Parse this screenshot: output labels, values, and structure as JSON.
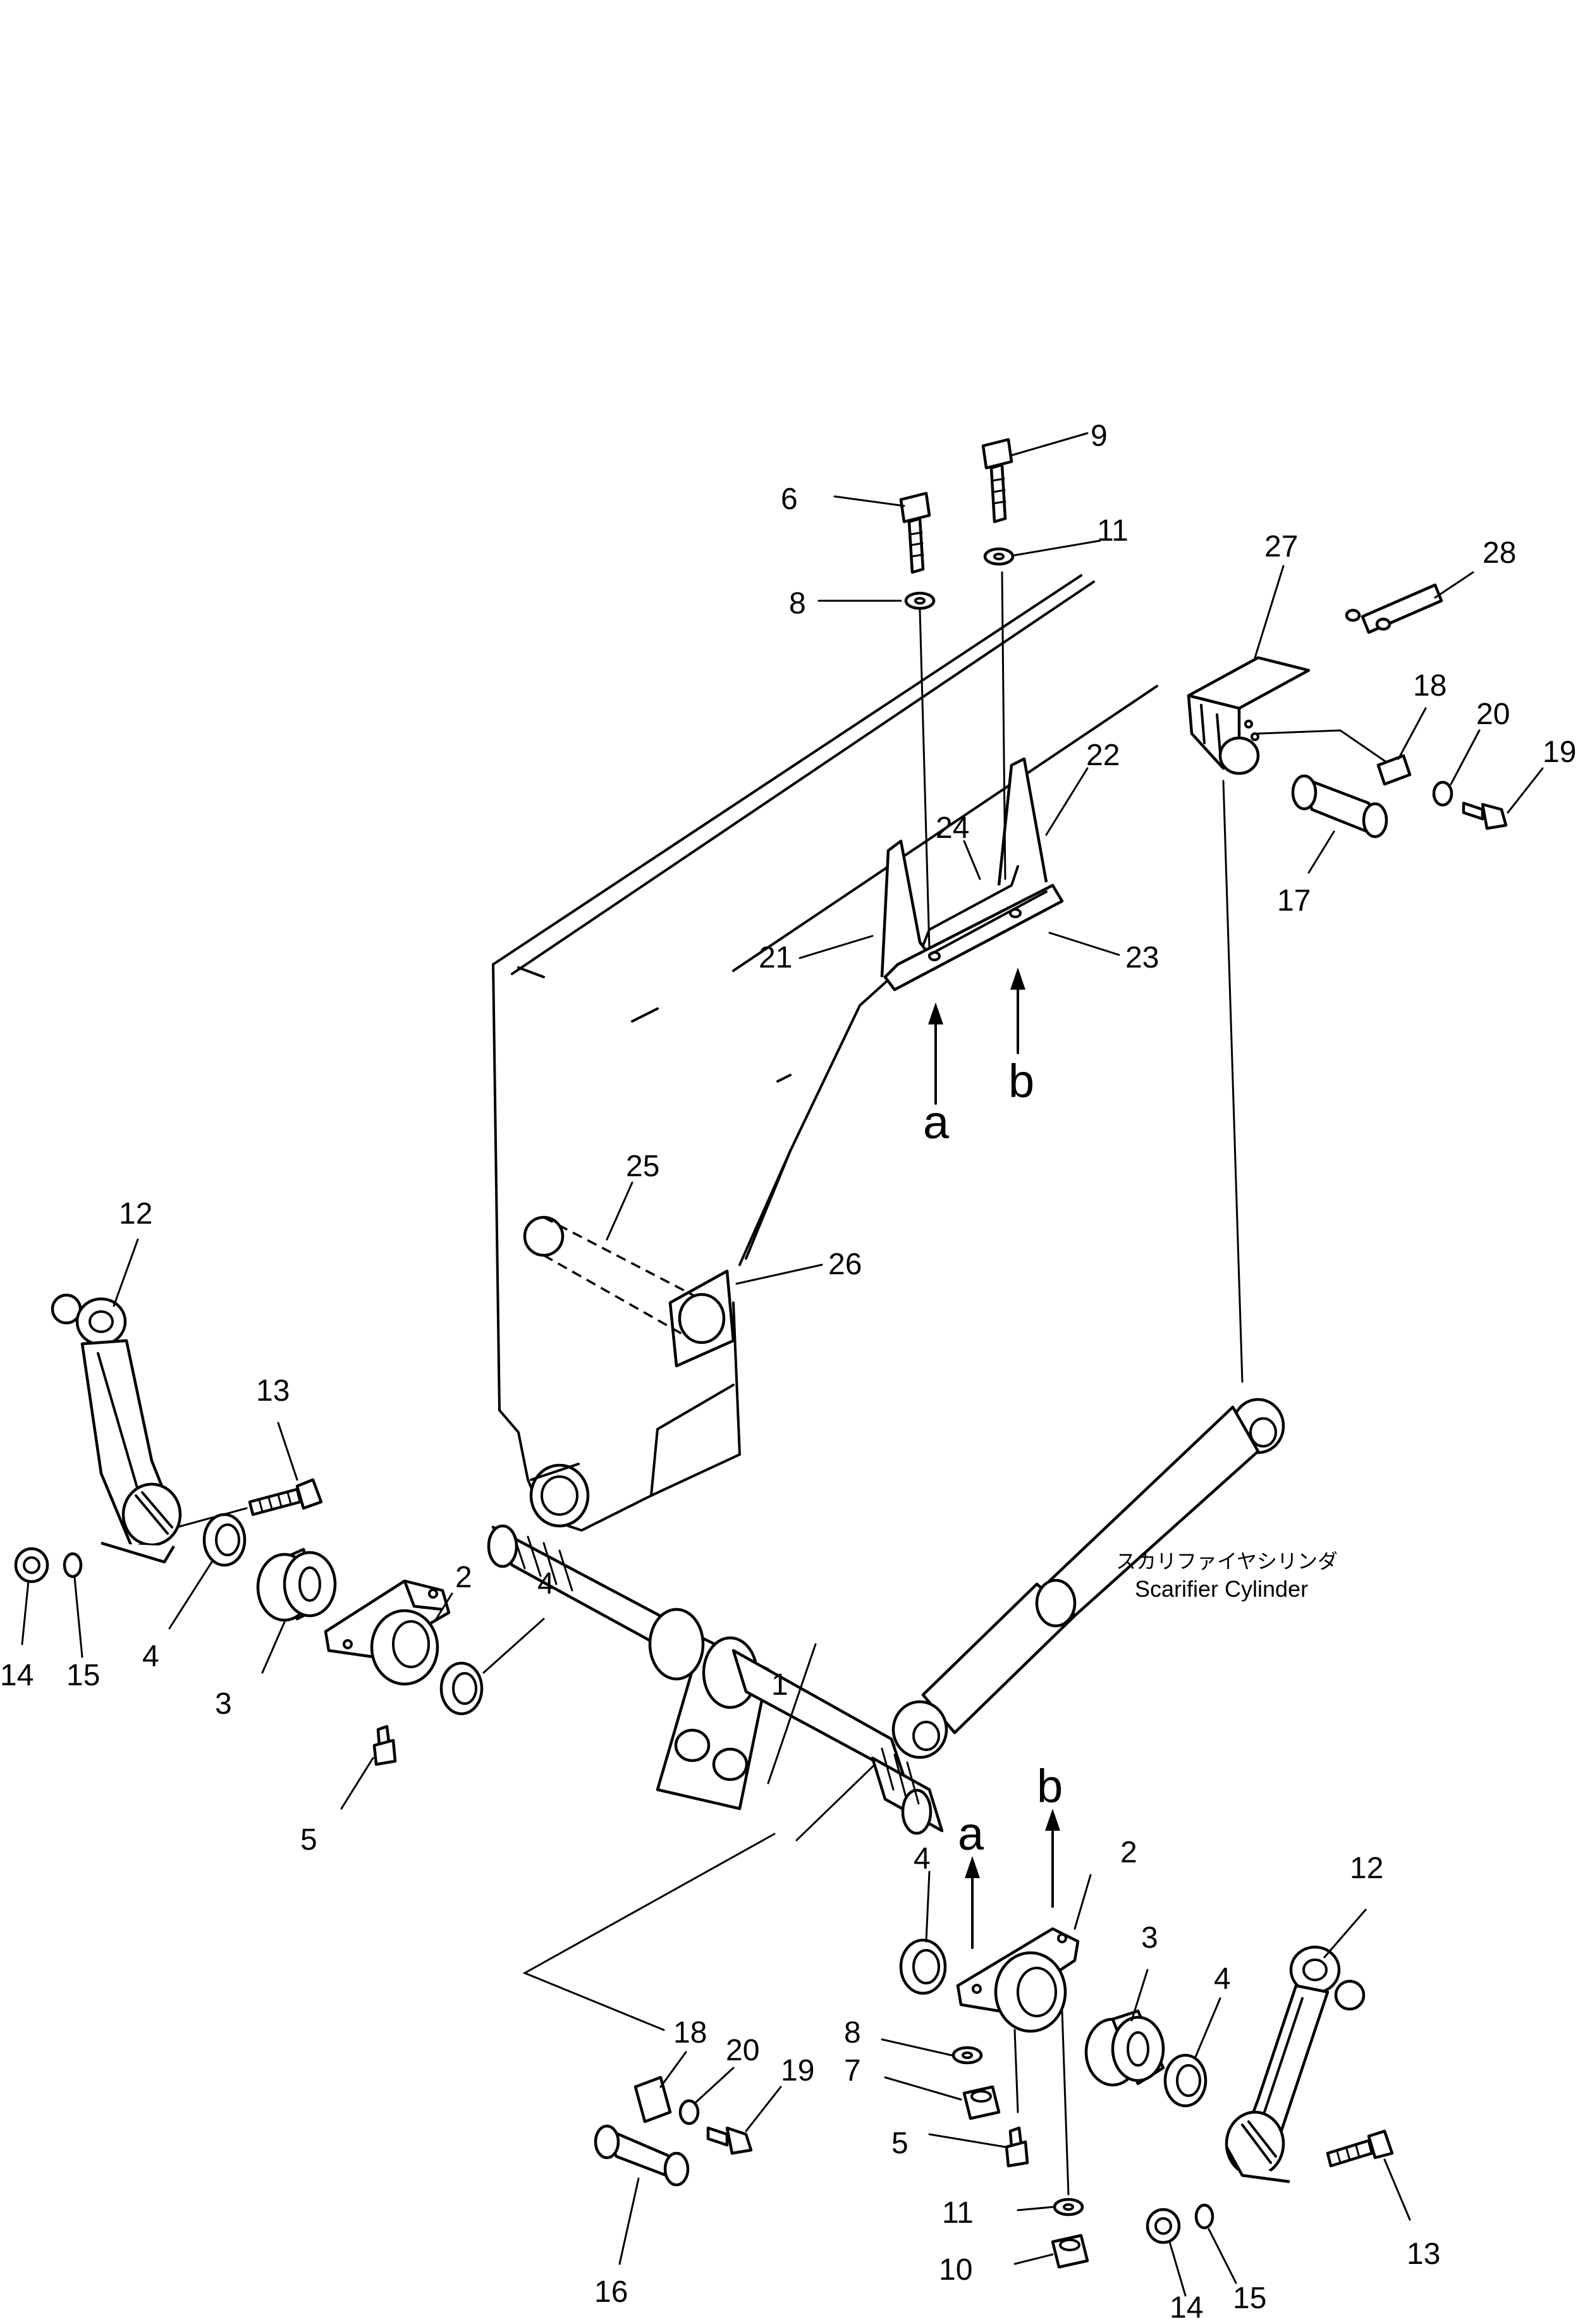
{
  "callouts": [
    "1",
    "2",
    "2",
    "3",
    "3",
    "4",
    "4",
    "4",
    "4",
    "5",
    "5",
    "6",
    "7",
    "8",
    "8",
    "9",
    "10",
    "11",
    "11",
    "12",
    "12",
    "13",
    "13",
    "14",
    "14",
    "15",
    "15",
    "16",
    "17",
    "18",
    "18",
    "19",
    "19",
    "20",
    "20",
    "21",
    "22",
    "23",
    "24",
    "25",
    "26",
    "27",
    "28"
  ],
  "arrow_labels": [
    "a",
    "b",
    "a",
    "b"
  ],
  "cylinder_label_jp": "スカリファイヤシリンダ",
  "cylinder_label_en": "Scarifier Cylinder"
}
